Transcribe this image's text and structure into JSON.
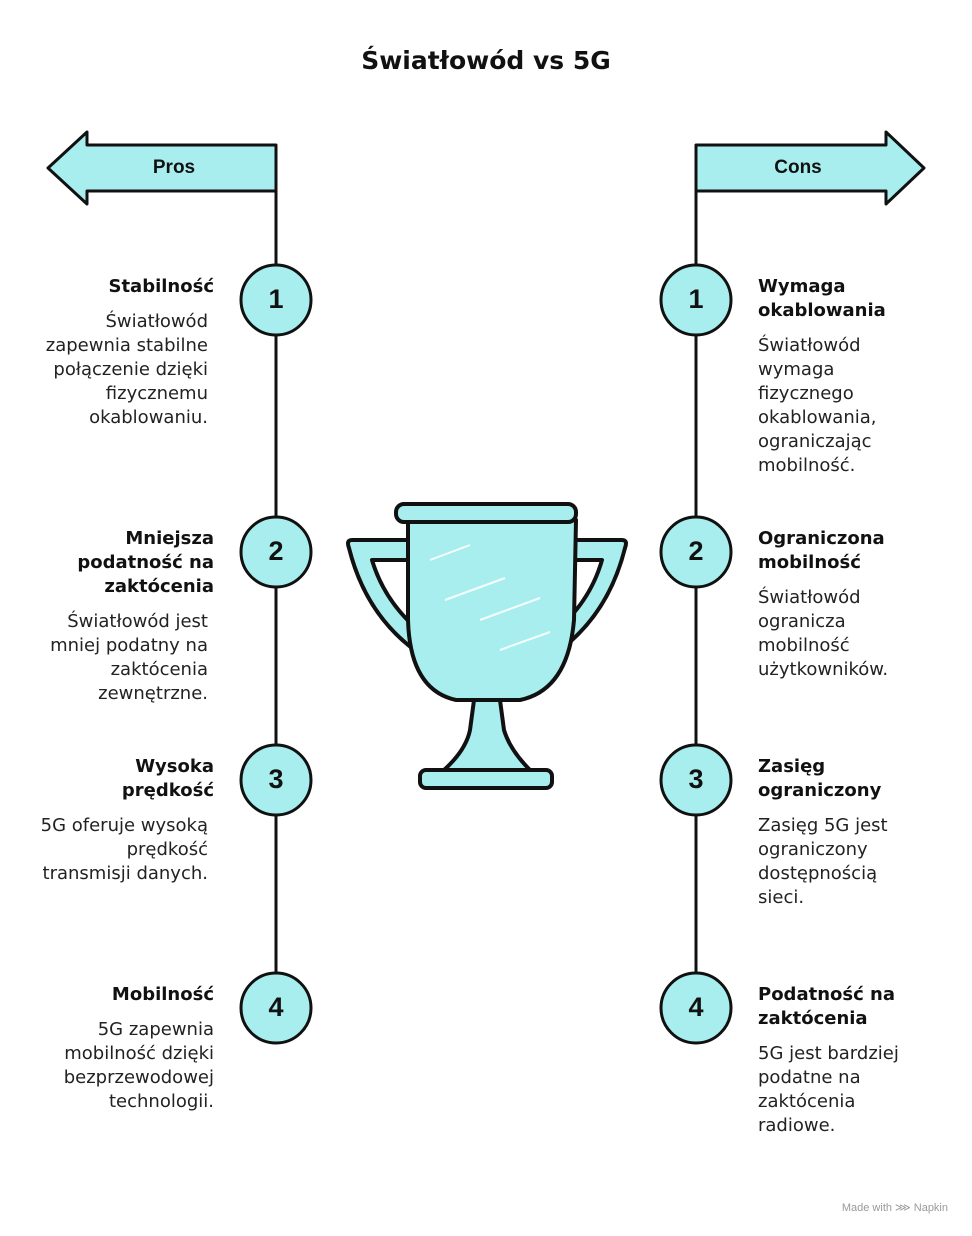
{
  "title": "Światłowód vs 5G",
  "pros": {
    "label": "Pros",
    "items": [
      {
        "num": "1",
        "title": "Stabilność",
        "desc": "Światłowód zapewnia stabilne połączenie dzięki fizycznemu okablowaniu."
      },
      {
        "num": "2",
        "title": "Mniejsza podatność na zaktócenia",
        "desc": "Światłowód jest mniej podatny na zaktócenia zewnętrzne."
      },
      {
        "num": "3",
        "title": "Wysoka prędkość",
        "desc": "5G oferuje wysoką prędkość transmisji danych."
      },
      {
        "num": "4",
        "title": "Mobilność",
        "desc": "5G zapewnia mobilność dzięki bezprzewodowej technologii."
      }
    ]
  },
  "cons": {
    "label": "Cons",
    "items": [
      {
        "num": "1",
        "title": "Wymaga okablowania",
        "desc": "Światłowód wymaga fizycznego okablowania, ograniczając mobilność."
      },
      {
        "num": "2",
        "title": "Ograniczona mobilność",
        "desc": "Światłowód ogranicza mobilność użytkowników."
      },
      {
        "num": "3",
        "title": "Zasięg ograniczony",
        "desc": "Zasięg 5G jest ograniczony dostępnością sieci."
      },
      {
        "num": "4",
        "title": "Podatność na zaktócenia",
        "desc": "5G jest bardziej podatne na zaktócenia radiowe."
      }
    ]
  },
  "icons": {
    "center": "trophy-icon"
  },
  "colors": {
    "accent": "#a8eeee",
    "stroke": "#111111"
  },
  "footer": "Made with ⋙ Napkin"
}
